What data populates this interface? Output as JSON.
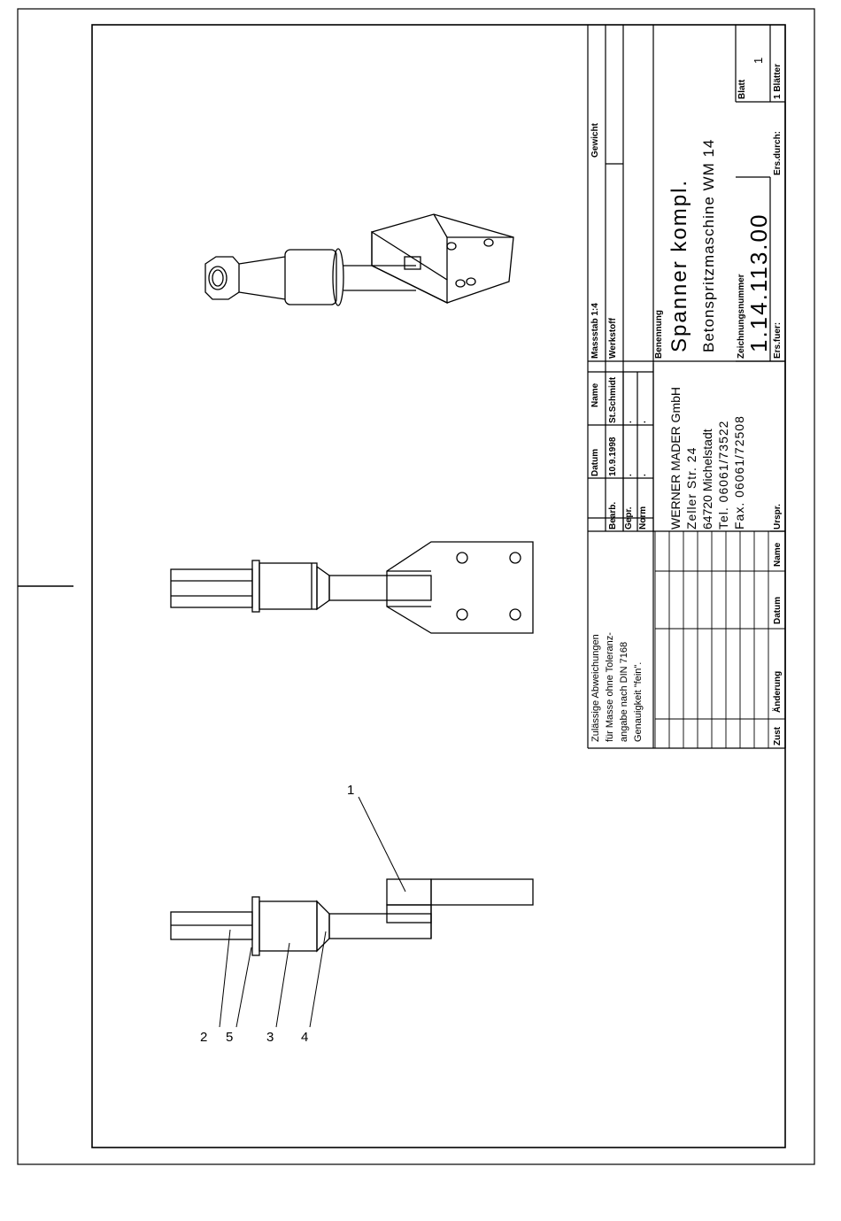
{
  "tolerance_note": [
    "Zulässige Abweichungen",
    "für Masse ohne Toleranz-",
    "angabe nach DIN 7168",
    "Genauigkeit \"fein\"."
  ],
  "revision_headers": {
    "zust": "Zust",
    "aenderung": "Änderung",
    "datum": "Datum",
    "name": "Name"
  },
  "approval": {
    "headers": {
      "datum": "Datum",
      "name": "Name"
    },
    "rows": [
      {
        "label": "Bearb.",
        "datum": "10.9.1998",
        "name": "St.Schmidt"
      },
      {
        "label": "Gepr.",
        "datum": ".",
        "name": "."
      },
      {
        "label": "Norm",
        "datum": ".",
        "name": "."
      }
    ]
  },
  "company": {
    "name": "WERNER MADER GmbH",
    "street": "Zeller Str. 24",
    "city": "64720 Michelstadt",
    "tel": "Tel. 06061/73522",
    "fax": "Fax. 06061/72508"
  },
  "massstab": "Massstab 1:4",
  "gewicht": "Gewicht",
  "werkstoff": "Werkstoff",
  "benennung_label": "Benennung",
  "title_line1": "Spanner kompl.",
  "title_line2": "Betonspritzmaschine WM 14",
  "zeichnungsnummer_label": "Zeichnungsnummer",
  "drawing_number": "1.14.113.00",
  "blatt_label": "Blatt",
  "blatt_value": "1",
  "blaetter": "1 Blätter",
  "urspr": "Urspr.",
  "ers_fuer": "Ers.fuer:",
  "ers_durch": "Ers.durch:",
  "part_labels": [
    "1",
    "2",
    "5",
    "3",
    "4"
  ]
}
